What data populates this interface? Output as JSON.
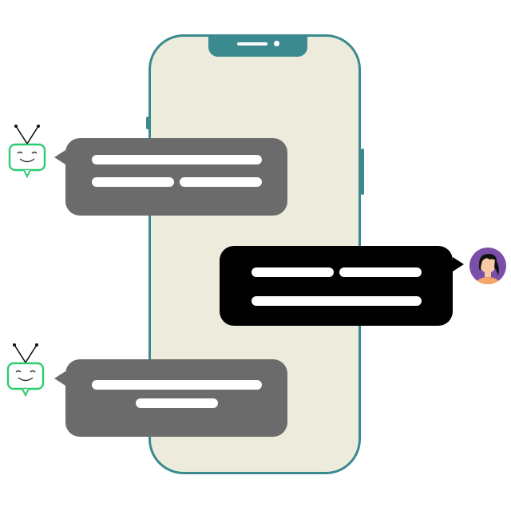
{
  "scene": {
    "phone": {
      "frame_color": "#3a8a8f",
      "screen_color": "#ecebdc"
    },
    "bot_bubble_color": "#6b6b6b",
    "user_bubble_color": "#000000",
    "bot_avatar_color": "#2ecc71",
    "user_avatar_color": "#7b4fa8",
    "icons": [
      "robot-tv-icon",
      "user-avatar-icon",
      "speaker-icon",
      "camera-icon"
    ]
  },
  "messages": [
    {
      "sender": "bot",
      "text_lines": 2
    },
    {
      "sender": "user",
      "text_lines": 2
    },
    {
      "sender": "bot",
      "text_lines": 2
    }
  ]
}
